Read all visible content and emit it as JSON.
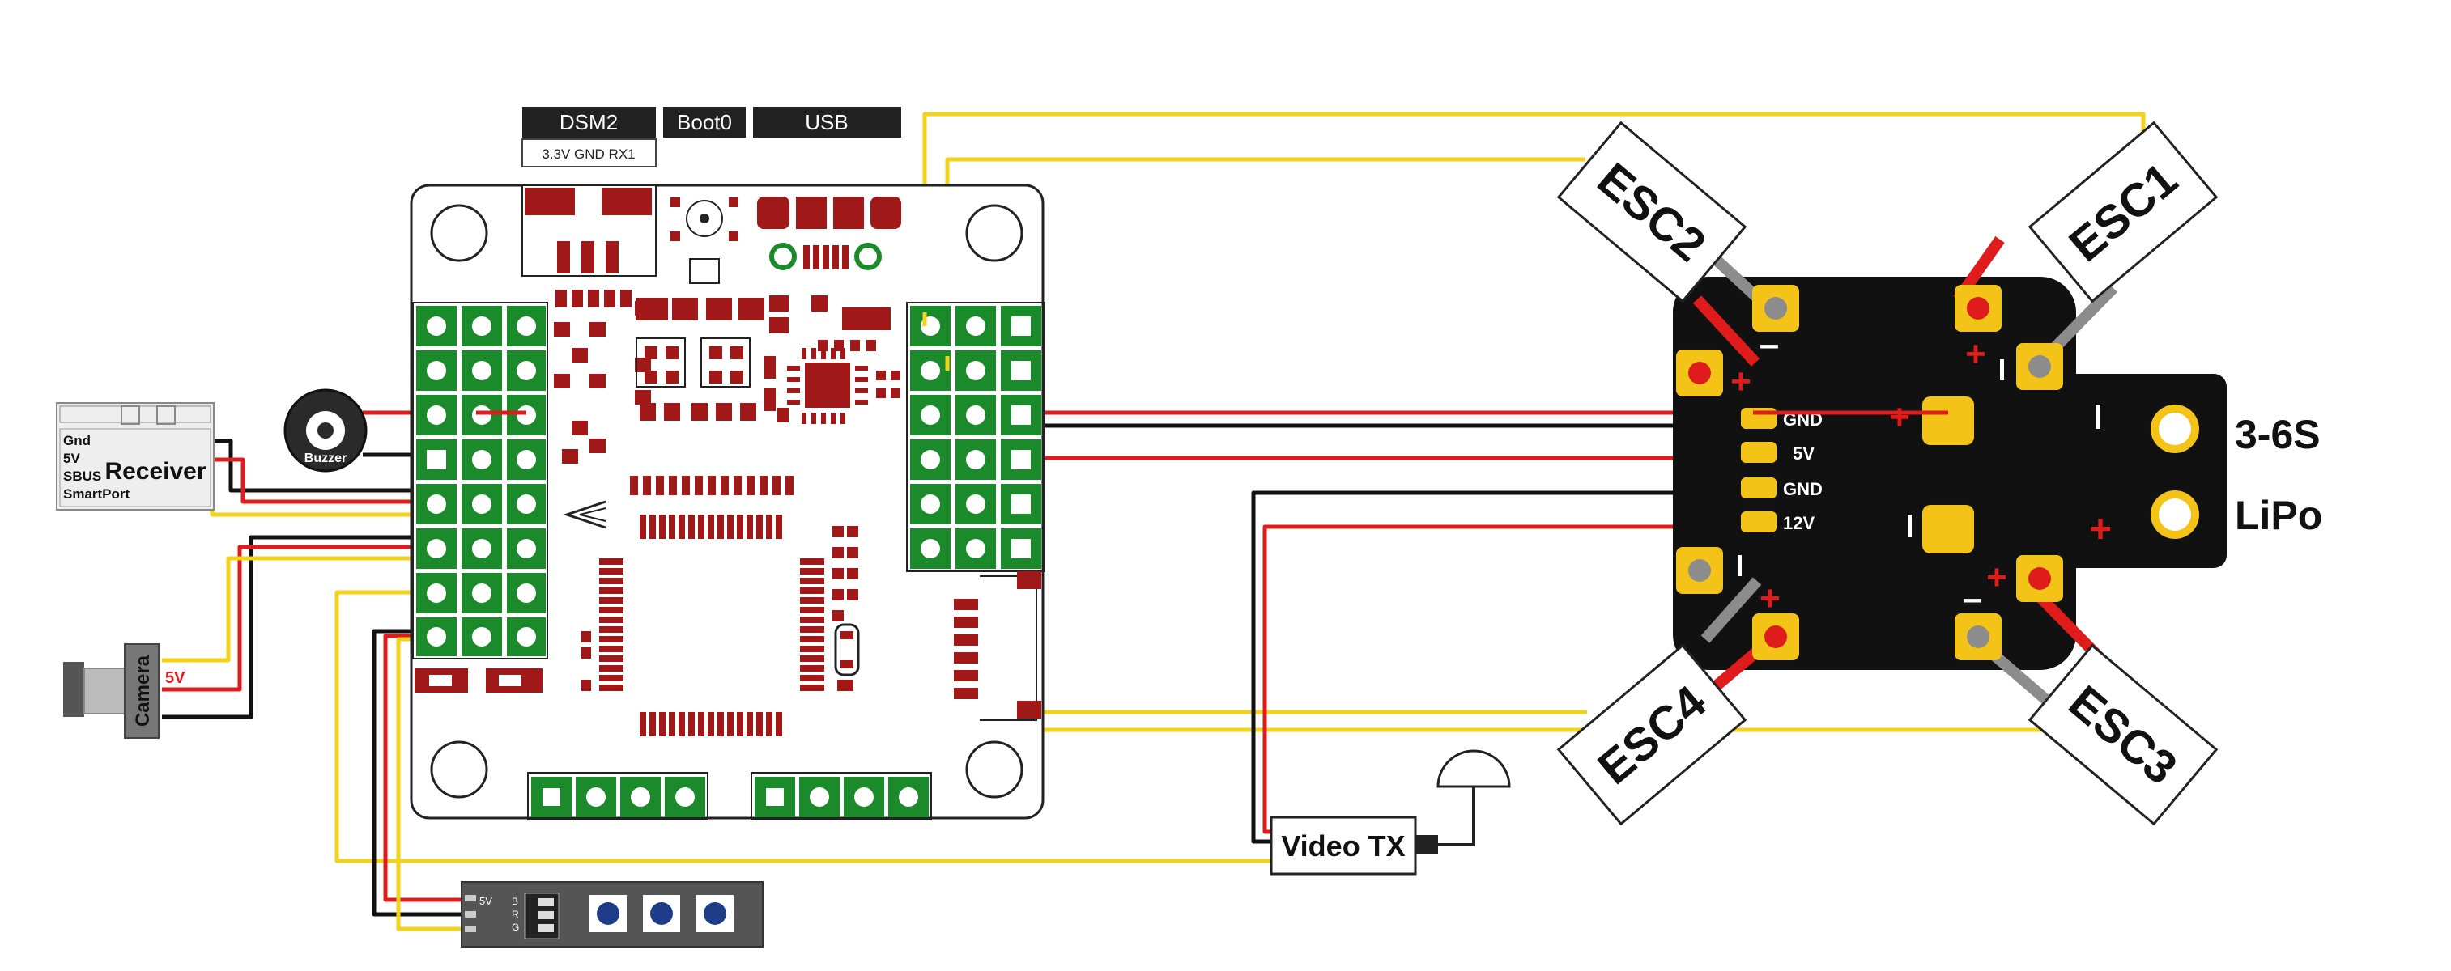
{
  "header_tabs": {
    "dsm2": "DSM2",
    "dsm2_sub": "3.3V GND RX1",
    "boot0": "Boot0",
    "usb": "USB"
  },
  "receiver": {
    "title": "Receiver",
    "pins": [
      "Gnd",
      "5V",
      "SBUS",
      "SmartPort"
    ]
  },
  "buzzer": {
    "label": "Buzzer"
  },
  "camera": {
    "label": "Camera",
    "voltage": "5V"
  },
  "pdb": {
    "pads": [
      "GND",
      "5V",
      "GND",
      "12V"
    ],
    "battery_label_1": "3-6S",
    "battery_label_2": "LiPo"
  },
  "escs": [
    "ESC1",
    "ESC2",
    "ESC3",
    "ESC4"
  ],
  "video_tx": {
    "label": "Video TX"
  },
  "led_strip": {
    "pins": [
      "5V",
      "B",
      "R",
      "G"
    ]
  },
  "colors": {
    "pcb_red": "#a01818",
    "pcb_green": "#1a8a2a",
    "wire_red": "#e01b1b",
    "wire_yellow": "#f2d21a",
    "wire_black": "#111111",
    "wire_gray": "#8c8c8c",
    "pad_gold": "#f3c318",
    "tab_dark": "#222222"
  }
}
